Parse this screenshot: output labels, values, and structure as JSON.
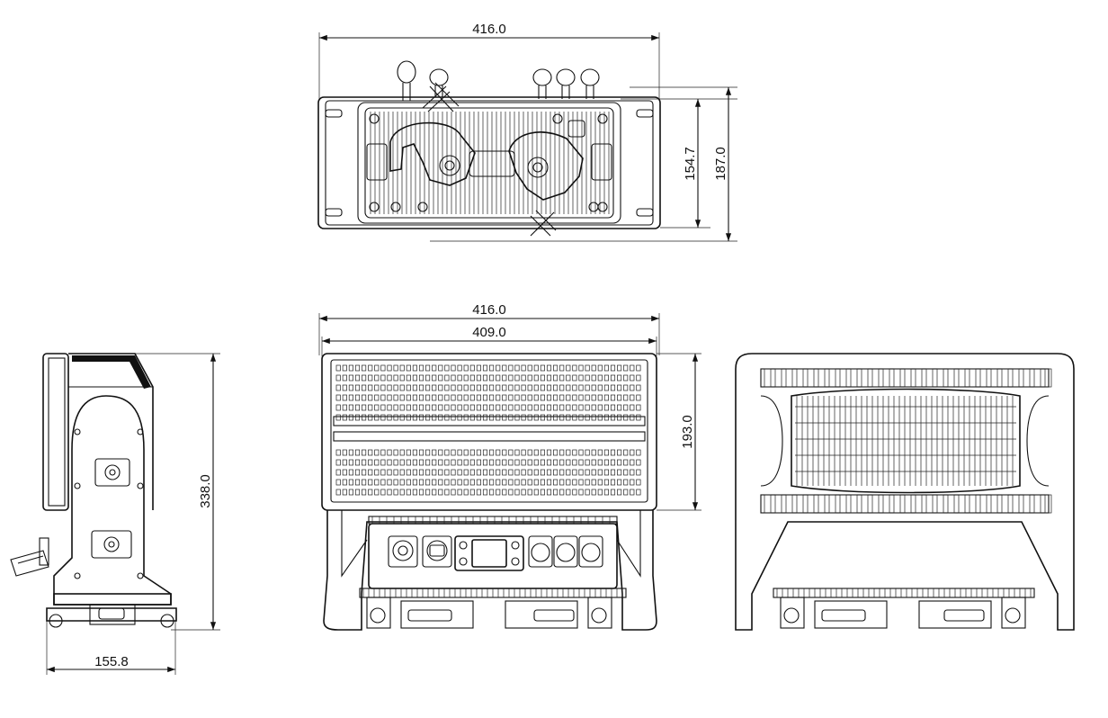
{
  "dimensions": {
    "top_width": "416.0",
    "top_depth_inner": "154.7",
    "top_depth_outer": "187.0",
    "front_width_outer": "416.0",
    "front_width_inner": "409.0",
    "front_panel_height": "193.0",
    "side_height": "338.0",
    "side_base_depth": "155.8"
  },
  "colors": {
    "line": "#111111",
    "background": "#ffffff"
  }
}
